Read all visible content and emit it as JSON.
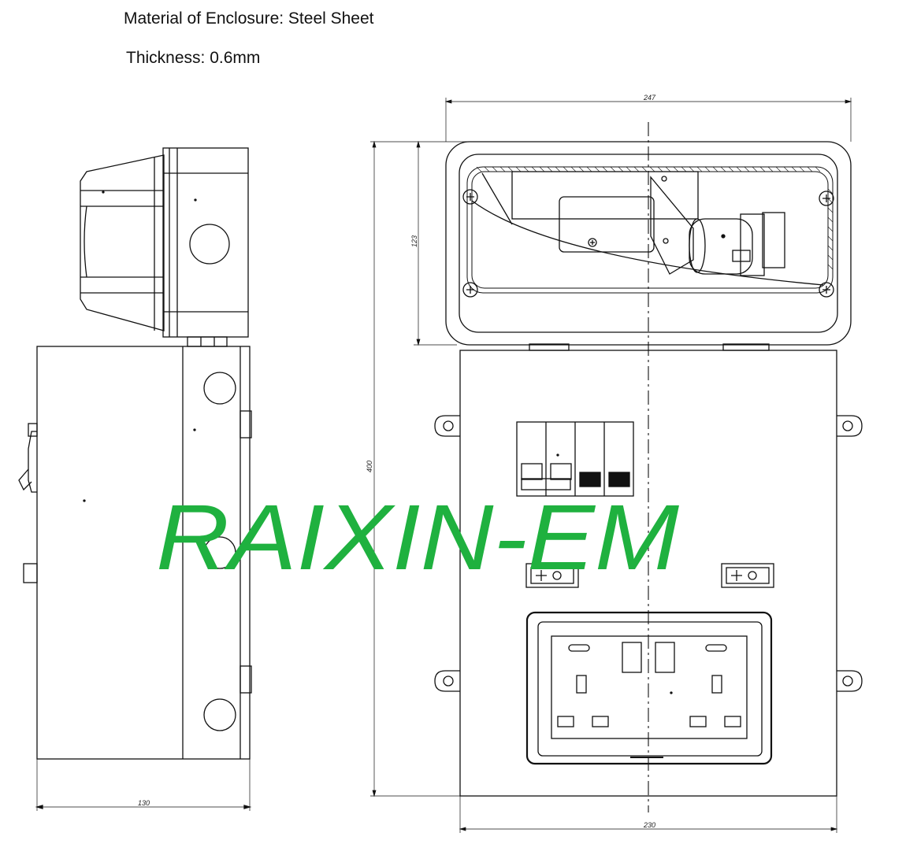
{
  "notes": {
    "material": "Material of Enclosure: Steel Sheet",
    "thickness": "Thickness: 0.6mm"
  },
  "dimensions": {
    "top_width": "247",
    "height_upper": "123",
    "height_total": "400",
    "bottom_width": "230",
    "side_depth": "130"
  },
  "watermark": "RAIXIN-EM",
  "colors": {
    "watermark": "#1fb13f",
    "lines": "#111111"
  }
}
